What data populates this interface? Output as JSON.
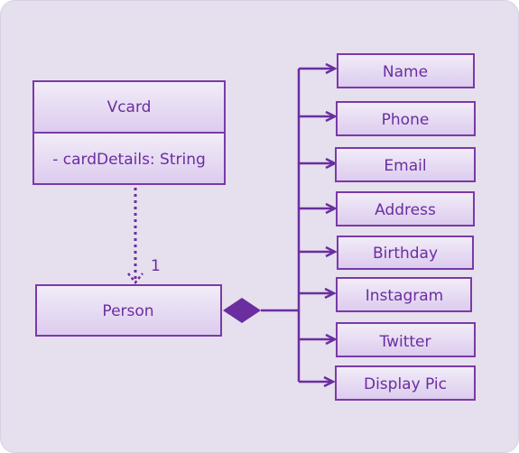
{
  "colors": {
    "background": "#e6dfed",
    "box_fill_top": "#f2edf8",
    "box_fill_bottom": "#dccbee",
    "border": "#7a3aa8",
    "line": "#6a2ea0",
    "text": "#6a2ea0"
  },
  "vcard": {
    "name": "Vcard",
    "attribute": "- cardDetails: String"
  },
  "person": {
    "name": "Person"
  },
  "relation": {
    "multiplicity": "1",
    "vcard_to_person": "dependency",
    "person_to_attributes": "composition"
  },
  "components": [
    {
      "label": "Name"
    },
    {
      "label": "Phone"
    },
    {
      "label": "Email"
    },
    {
      "label": "Address"
    },
    {
      "label": "Birthday"
    },
    {
      "label": "Instagram"
    },
    {
      "label": "Twitter"
    },
    {
      "label": "Display Pic"
    }
  ]
}
